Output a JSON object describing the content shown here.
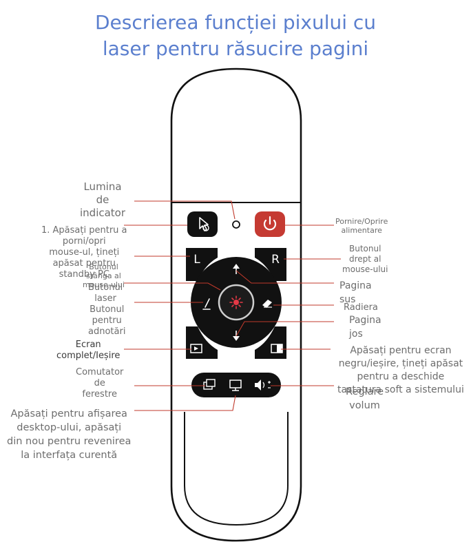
{
  "title_lines": [
    "Descrierea funcției pixului cu",
    "laser pentru răsucire pagini"
  ],
  "colors": {
    "title": "#5b7fce",
    "leader": "#c0392b",
    "power": "#c53a32",
    "laser": "#e63946",
    "body": "#111111"
  },
  "icons": {
    "pointer": "cursor-icon",
    "power": "power-icon",
    "left": "L",
    "right": "R",
    "pen": "pen-icon",
    "eraser": "eraser-icon",
    "up": "arrow-up-icon",
    "down": "arrow-down-icon",
    "laser": "laser-icon",
    "fullscreen": "play-screen-icon",
    "black": "half-screen-icon",
    "windows": "windows-icon",
    "desktop": "monitor-icon",
    "volume": "volume-icon"
  },
  "labels": {
    "indicator": [
      "Lumina",
      "de",
      "indicator"
    ],
    "pointer_btn": [
      "1. Apăsați pentru a",
      "porni/opri",
      "mouse-ul, țineți",
      "apăsat pentru",
      "standby PC"
    ],
    "left_btn": [
      "Butonul",
      "stânga al",
      "mouse-ului"
    ],
    "laser_btn": [
      "Butonul",
      "laser"
    ],
    "pen_btn": [
      "Butonul",
      "pentru",
      "adnotări"
    ],
    "fullscreen": [
      "Ecran",
      "complet/Ieșire"
    ],
    "switch_window": [
      "Comutator",
      "de",
      "ferestre"
    ],
    "desktop": [
      "Apăsați pentru afișarea",
      "desktop-ului, apăsați",
      "din nou pentru revenirea",
      "la interfața curentă"
    ],
    "power": [
      "Pornire/Oprire",
      "alimentare"
    ],
    "right_btn": [
      "Butonul",
      "drept al",
      "mouse-ului"
    ],
    "page_up": [
      "Pagina",
      "sus"
    ],
    "eraser": [
      "Radiera"
    ],
    "page_down": [
      "Pagina",
      "jos"
    ],
    "black_screen": [
      "Apăsați pentru ecran",
      "negru/ieșire, țineți apăsat",
      "pentru a deschide",
      "tastatura soft a sistemului"
    ],
    "volume": [
      "Reglare",
      "volum"
    ]
  }
}
